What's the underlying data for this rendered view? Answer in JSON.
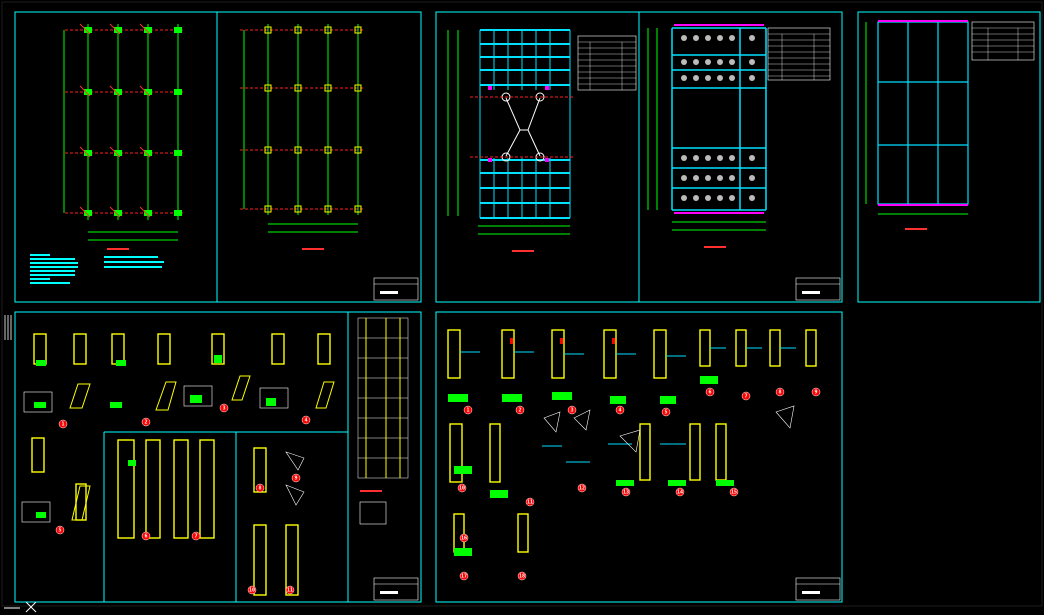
{
  "drawing": {
    "background": "#000000",
    "colors": {
      "frame": "#00ffff",
      "axis": "#00ff00",
      "gridline": "#ff2020",
      "beam": "#00e0ff",
      "column": "#ffff00",
      "weld_fill": "#00ff00",
      "detail_label": "#ff0000",
      "plate": "#ff00ff"
    }
  },
  "detail_markers": {
    "sheet4": [
      "1",
      "2",
      "3",
      "4",
      "5",
      "6",
      "7",
      "8",
      "9",
      "10",
      "11"
    ],
    "sheet5": [
      "1",
      "2",
      "3",
      "4",
      "5",
      "6",
      "7",
      "8",
      "9",
      "10",
      "11",
      "12",
      "13",
      "14",
      "15",
      "16",
      "17",
      "18"
    ]
  },
  "icons": {
    "ucs": "ucs-axis-icon"
  }
}
